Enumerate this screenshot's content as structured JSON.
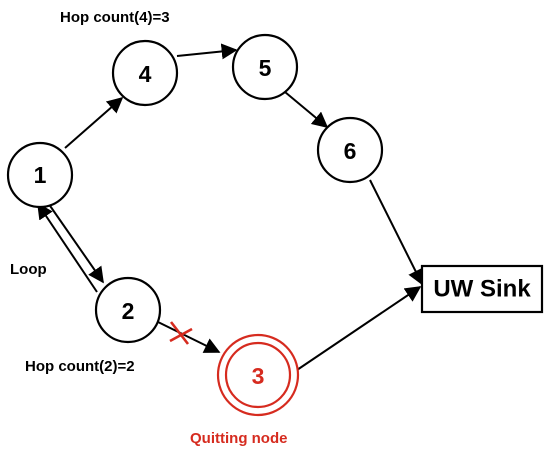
{
  "colors": {
    "node_stroke": "#000000",
    "quitting": "#d62b1f"
  },
  "nodes": {
    "n1": "1",
    "n2": "2",
    "n3": "3",
    "n4": "4",
    "n5": "5",
    "n6": "6"
  },
  "sink": {
    "label": "UW Sink"
  },
  "annotations": {
    "hop_count_4": "Hop count(4)=3",
    "hop_count_2": "Hop count(2)=2",
    "loop": "Loop",
    "quitting_node": "Quitting node"
  },
  "icons": {
    "broken_link": "cross-mark-icon"
  }
}
